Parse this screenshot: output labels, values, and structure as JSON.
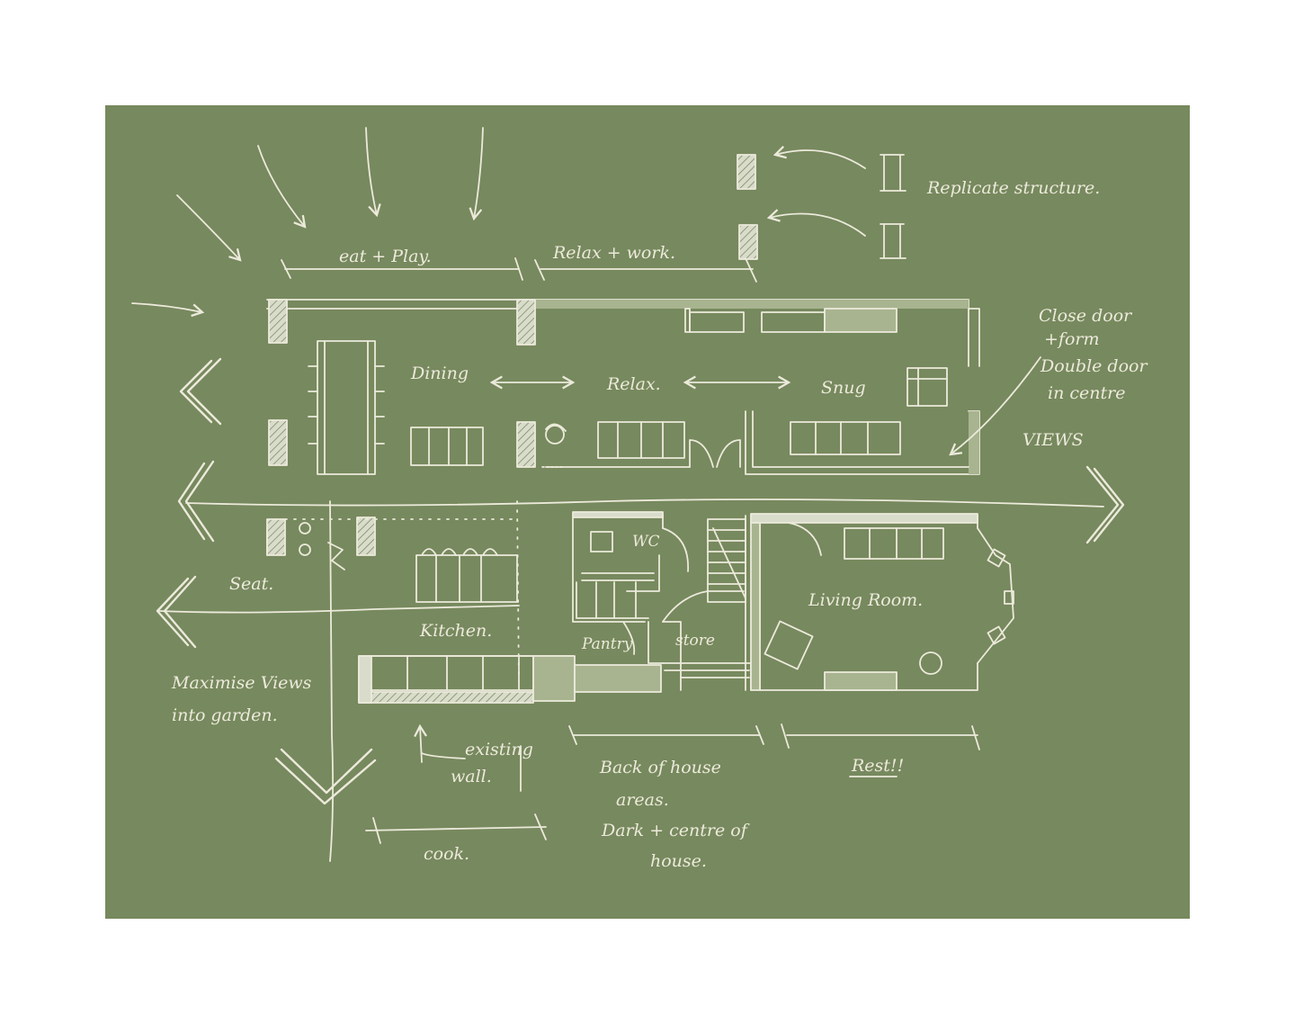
{
  "colors": {
    "board": "#77895E",
    "ink": "#ECEADB",
    "wall_fill": "#D9DCCB",
    "wall_fill_light": "#A8B48F",
    "page": "#FFFFFF"
  },
  "labels": {
    "eat_play": "eat + Play.",
    "relax_work": "Relax + work.",
    "replicate_structure": "Replicate structure.",
    "close_door": "Close door",
    "form": "+form",
    "double_door": "Double door",
    "in_centre": "in centre",
    "views": "VIEWS",
    "dining": "Dining",
    "relax": "Relax.",
    "snug": "Snug",
    "wc": "WC",
    "seat": "Seat.",
    "kitchen": "Kitchen.",
    "pantry": "Pantry",
    "store": "store",
    "living_room": "Living Room.",
    "maximise_views": "Maximise Views",
    "into_garden": "into garden.",
    "existing": "existing",
    "wall": "wall.",
    "back_of_house": "Back of house",
    "areas": "areas.",
    "dark_centre": "Dark + centre of",
    "house": "house.",
    "rest": "Rest!!",
    "cook": "cook."
  },
  "icons": {
    "sun_arrows": "arrow-down-icon",
    "view_arrows": "view-arrow-icon",
    "double_arrows": "double-arrow-icon"
  }
}
